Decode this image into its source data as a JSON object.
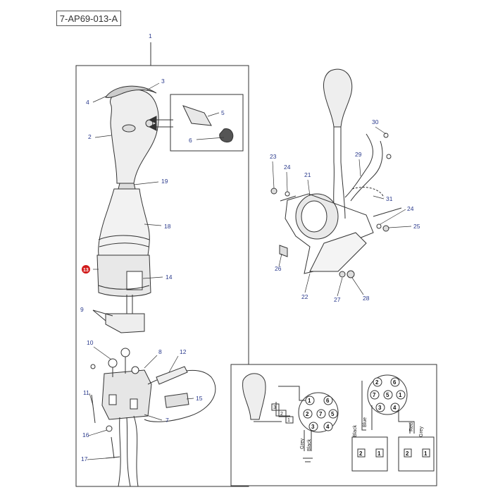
{
  "reference_code": "7-AP69-013-A",
  "callouts": {
    "c1": "1",
    "c2": "2",
    "c3": "3",
    "c4": "4",
    "c5": "5",
    "c6": "6",
    "c7": "7",
    "c8": "8",
    "c9": "9",
    "c10": "10",
    "c11": "11",
    "c12": "12",
    "c13": "13",
    "c14": "14",
    "c15": "15",
    "c16": "16",
    "c17": "17",
    "c18": "18",
    "c19": "19",
    "c21": "21",
    "c22": "22",
    "c23": "23",
    "c24a": "24",
    "c24b": "24",
    "c25": "25",
    "c26": "26",
    "c27": "27",
    "c28": "28",
    "c29": "29",
    "c30": "30",
    "c31": "31"
  },
  "wiring": {
    "left_connector_pins": [
      "1",
      "6",
      "2",
      "7",
      "5",
      "3",
      "4"
    ],
    "right_connector_pins": [
      "2",
      "6",
      "7",
      "5",
      "1",
      "3",
      "4"
    ],
    "small_terminals": [
      "3",
      "2",
      "1"
    ],
    "wire_colors": {
      "grey": "Grey",
      "black": "Black",
      "blue": "Blue",
      "red": "Red",
      "grey2": "Grey"
    },
    "relay_left": {
      "label": "Black",
      "terminals": [
        "2",
        "1"
      ]
    },
    "relay_right": {
      "terminals": [
        "2",
        "1"
      ]
    }
  },
  "highlight_color": "#d11a1a"
}
